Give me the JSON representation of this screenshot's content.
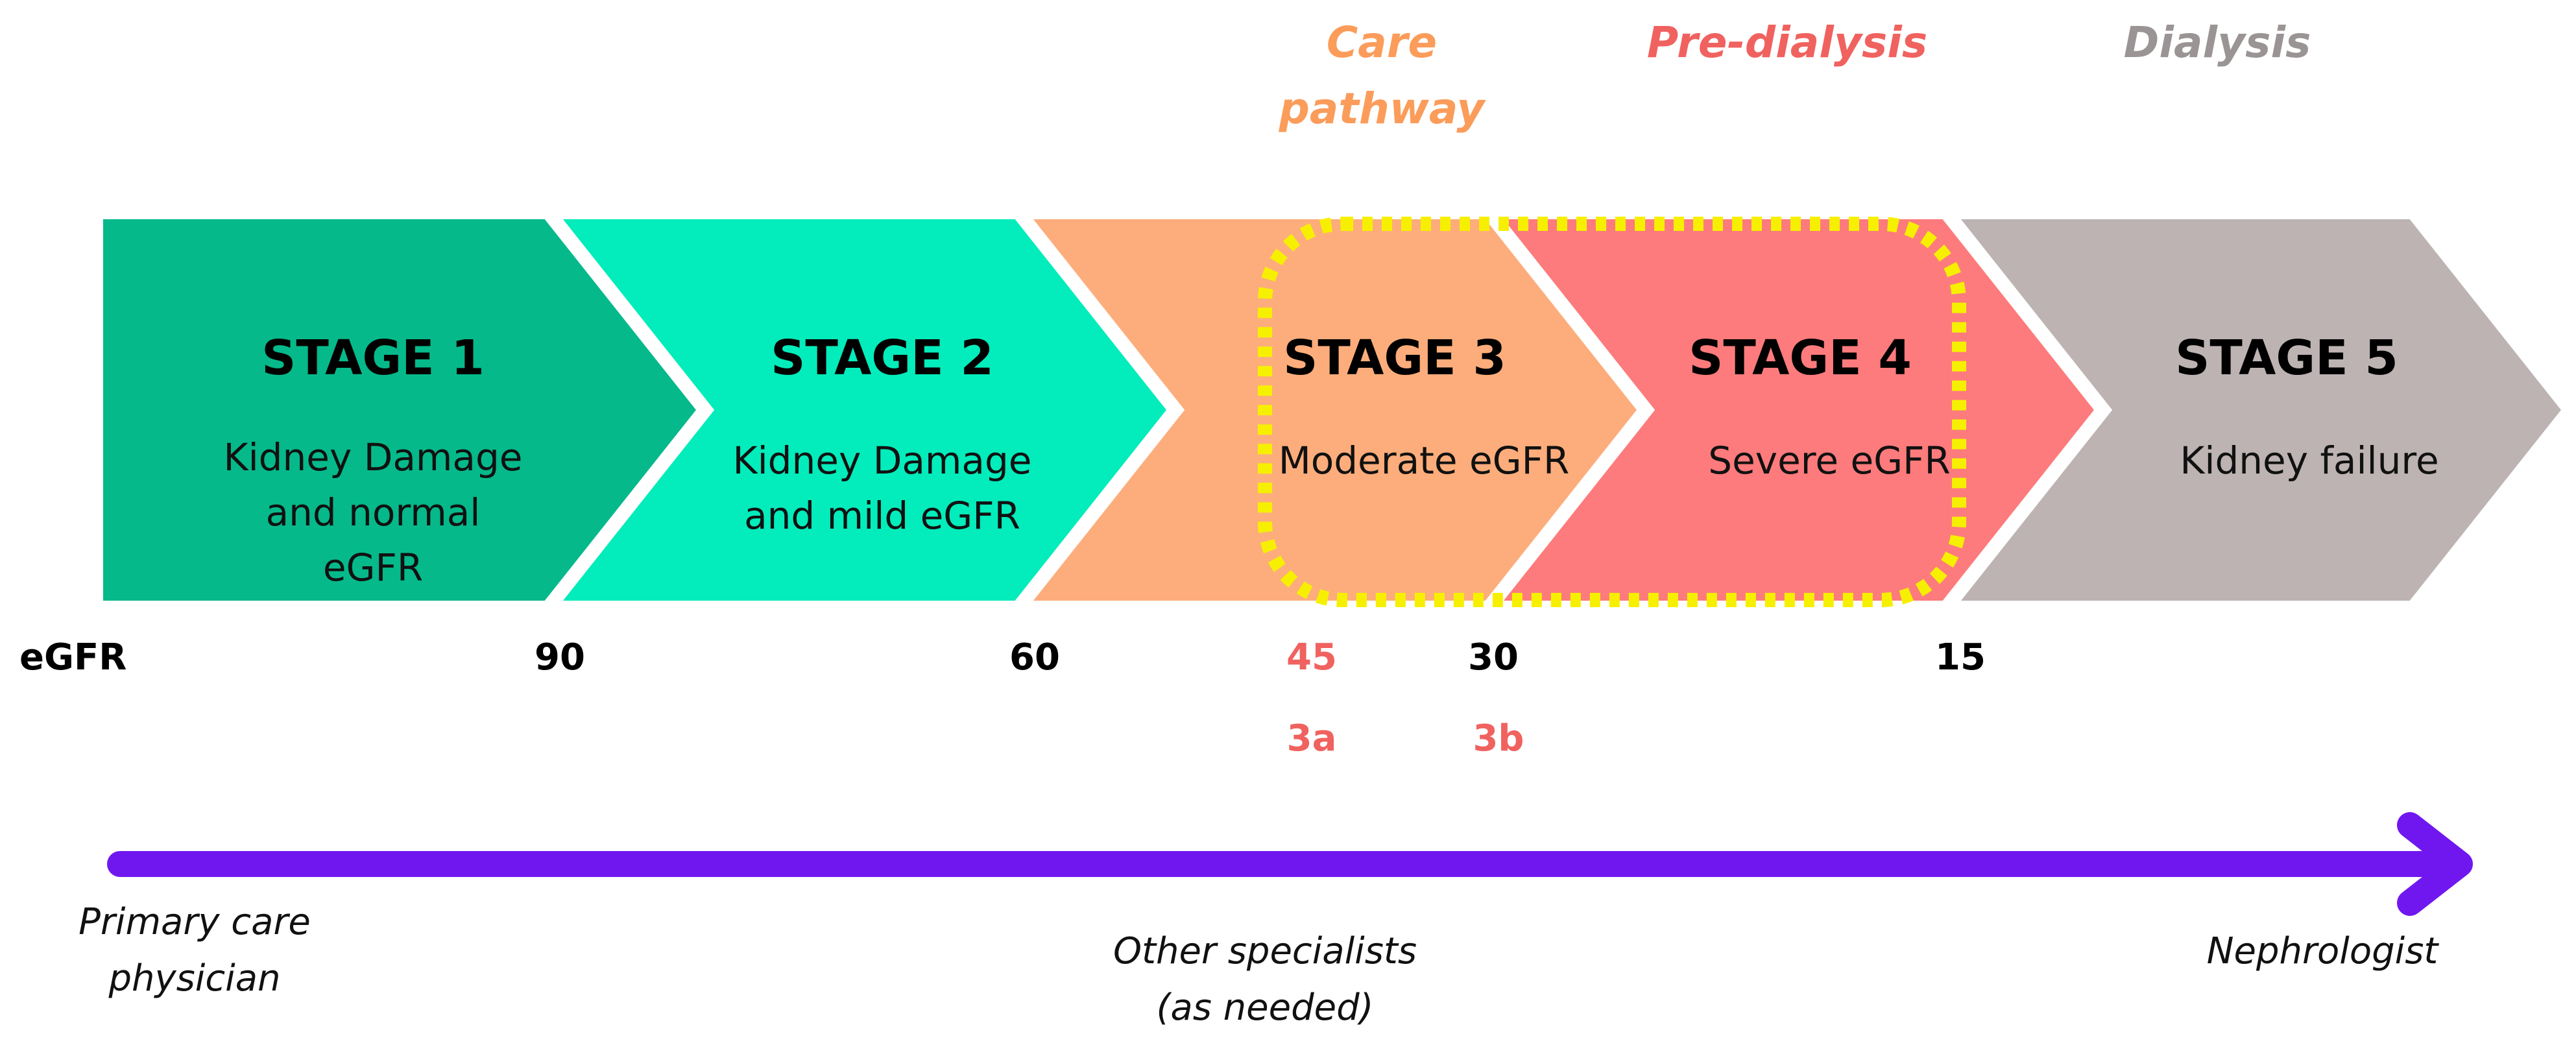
{
  "colors": {
    "stage1": "#05b98a",
    "stage2": "#03ecbb",
    "stage3": "#fdad7b",
    "stage4": "#fd7b7c",
    "stage5": "#bdb3b3",
    "highlight_dots": "#f6f000",
    "arrow": "#7017f0",
    "accent_red": "#f0625f",
    "care_orange": "#fb9c5a",
    "dialysis_gray": "#9a9494"
  },
  "phases": {
    "care": [
      "Care",
      "pathway"
    ],
    "predialysis": "Pre-dialysis",
    "dialysis": "Dialysis"
  },
  "stages": [
    {
      "title": "STAGE 1",
      "desc": [
        "Kidney Damage",
        "and normal",
        "eGFR"
      ]
    },
    {
      "title": "STAGE 2",
      "desc": [
        "Kidney Damage",
        "and mild eGFR"
      ]
    },
    {
      "title": "STAGE 3",
      "desc": [
        "Moderate eGFR"
      ]
    },
    {
      "title": "STAGE 4",
      "desc": [
        "Severe eGFR"
      ]
    },
    {
      "title": "STAGE 5",
      "desc": [
        "Kidney failure"
      ]
    }
  ],
  "egfr": {
    "label": "eGFR",
    "ticks": [
      "90",
      "60",
      "45",
      "30",
      "15"
    ],
    "substages": [
      "3a",
      "3b"
    ]
  },
  "providers": {
    "primary": [
      "Primary care",
      "physician"
    ],
    "specialists": [
      "Other specialists",
      "(as needed)"
    ],
    "nephrologist": "Nephrologist"
  }
}
